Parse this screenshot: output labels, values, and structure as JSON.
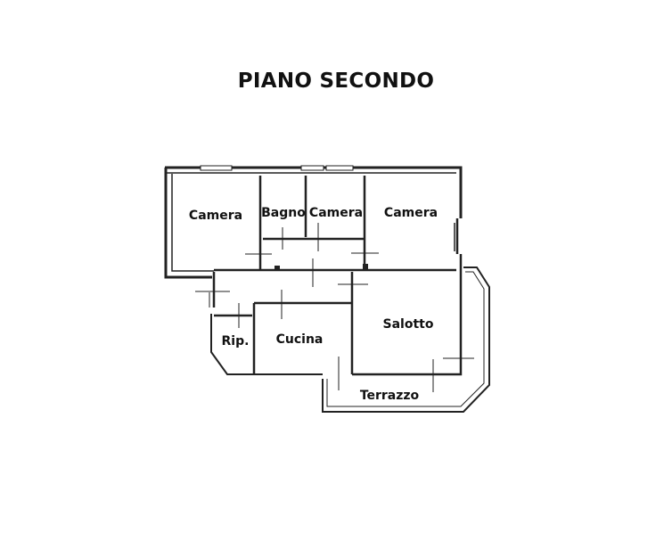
{
  "title": "PIANO SECONDO",
  "rooms": [
    {
      "name": "Camera"
    },
    {
      "name": "Bagno"
    },
    {
      "name": "Camera"
    },
    {
      "name": "Camera"
    },
    {
      "name": "Salotto"
    },
    {
      "name": "Rip."
    },
    {
      "name": "Cucina"
    },
    {
      "name": "Terrazzo"
    }
  ]
}
